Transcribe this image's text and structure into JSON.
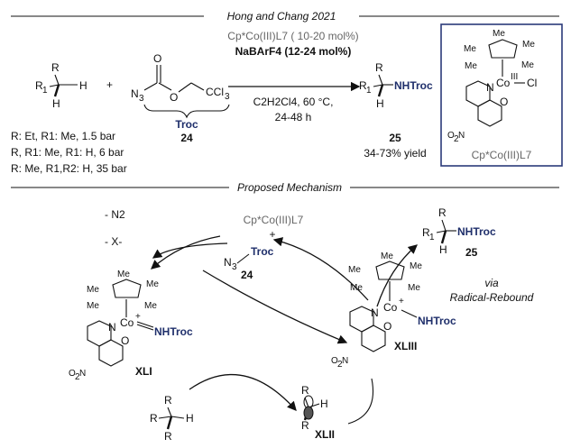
{
  "header": {
    "title": "Hong and Chang 2021"
  },
  "reaction": {
    "reagent_azide_label": "Troc",
    "reagent_number": "24",
    "catalyst": "Cp*Co(III)L7 ( 10-20 mol%)",
    "additive": "NaBArF4 (12-24 mol%)",
    "solvent_temp": "C2H2Cl4, 60 °C,",
    "time": "24-48 h",
    "product_group": "NHTroc",
    "product_number": "25",
    "yield": "34-73% yield",
    "substrate_lines": [
      "R: Et, R1: Me, 1.5 bar",
      "R, R1: Me, R1: H, 6 bar",
      "R: Me, R1,R2: H, 35 bar"
    ],
    "catalyst_box_label": "Cp*Co(III)L7"
  },
  "mechanism": {
    "title": "Proposed Mechanism",
    "loss_n2": "- N2",
    "loss_x": "- X-",
    "catalyst_top": "Cp*Co(III)L7",
    "plus": "+",
    "azide_label": "Troc",
    "azide_number": "24",
    "nitrenoid_group": "NHTroc",
    "nitrenoid_label": "XLI",
    "amido_group": "NHTroc",
    "amido_label": "XLIII",
    "radical_label": "XLII",
    "via_line1": "via",
    "via_line2": "Radical-Rebound",
    "product_group": "NHTroc",
    "product_number": "25"
  },
  "colors": {
    "accent_navy": "#1f2f6b",
    "box_border": "#2b3a7a",
    "text_gray": "#666666"
  }
}
